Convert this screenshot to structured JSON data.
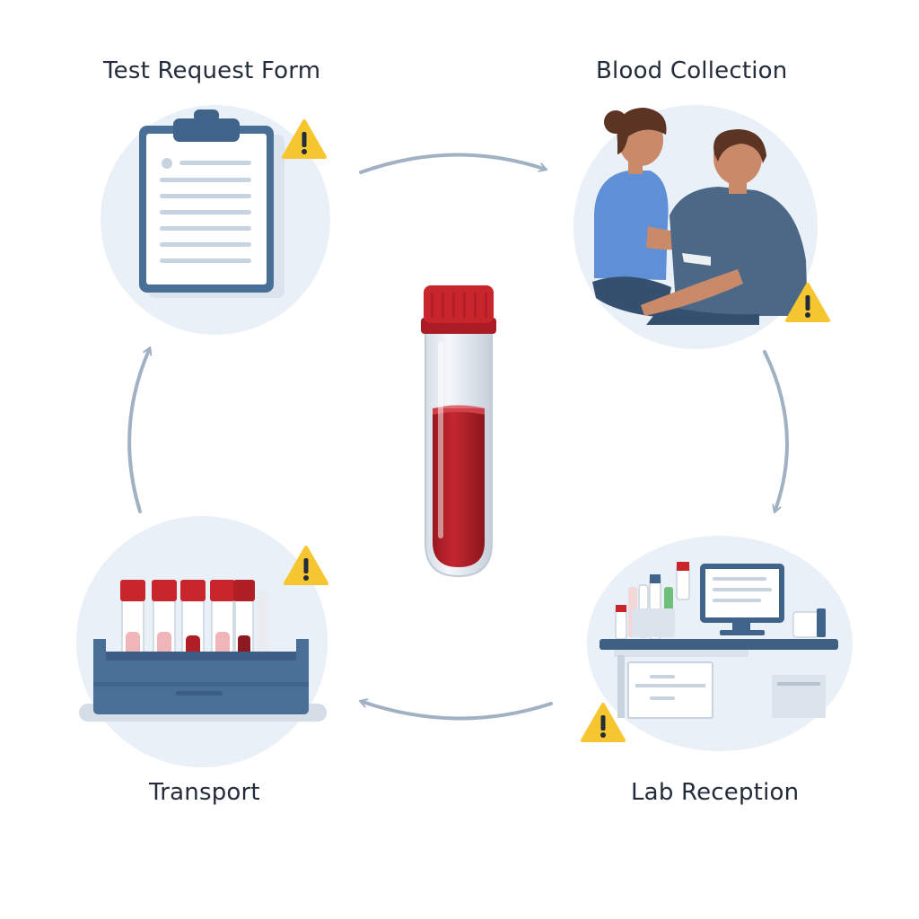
{
  "steps": [
    {
      "id": "test-request-form",
      "label": "Test Request Form",
      "icon": "clipboard-icon",
      "warning": true
    },
    {
      "id": "blood-collection",
      "label": "Blood Collection",
      "icon": "phlebotomy-icon",
      "warning": true
    },
    {
      "id": "lab-reception",
      "label": "Lab Reception",
      "icon": "lab-desk-icon",
      "warning": true
    },
    {
      "id": "transport",
      "label": "Transport",
      "icon": "tube-rack-icon",
      "warning": true
    }
  ],
  "center": {
    "icon": "blood-tube-icon"
  },
  "warning_icon": {
    "name": "warning-icon",
    "glyph": "!"
  },
  "colors": {
    "circle_bg": "#eaf0f7",
    "arrow": "#9fb1c3",
    "navy": "#4a6f97",
    "blood": "#b01e26",
    "cap_red": "#c8252d",
    "warning": "#f6c630",
    "text": "#222c3a"
  }
}
